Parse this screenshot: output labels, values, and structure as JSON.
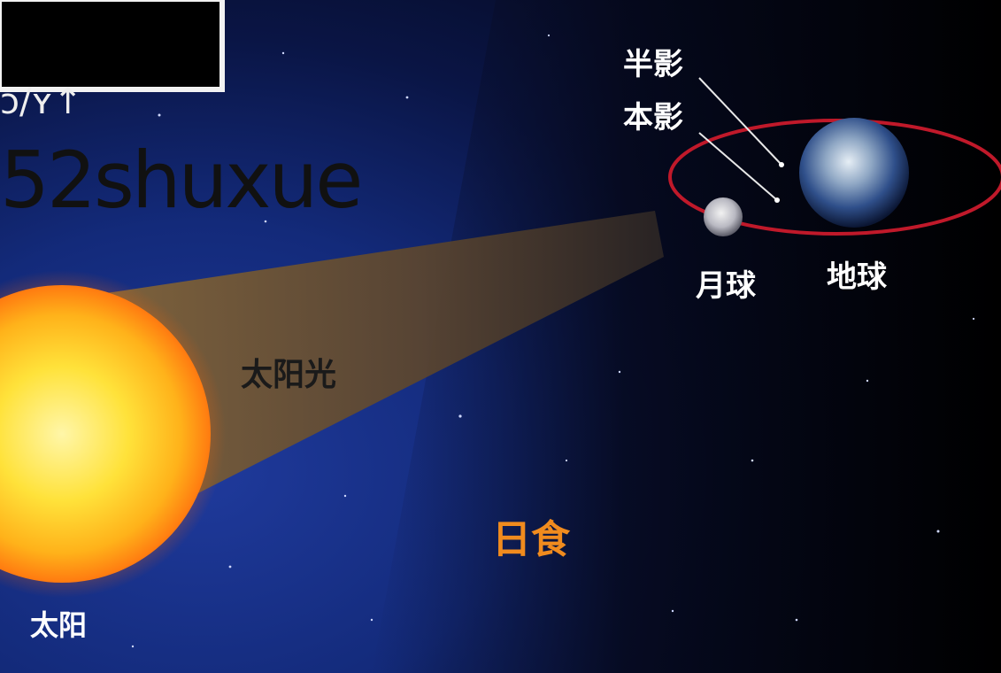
{
  "labels": {
    "sun": "太阳",
    "sunlight": "太阳光",
    "eclipse": "日食",
    "moon": "月球",
    "earth": "地球",
    "penumbra": "半影",
    "umbra": "本影"
  },
  "watermark": "52shuxue"
}
